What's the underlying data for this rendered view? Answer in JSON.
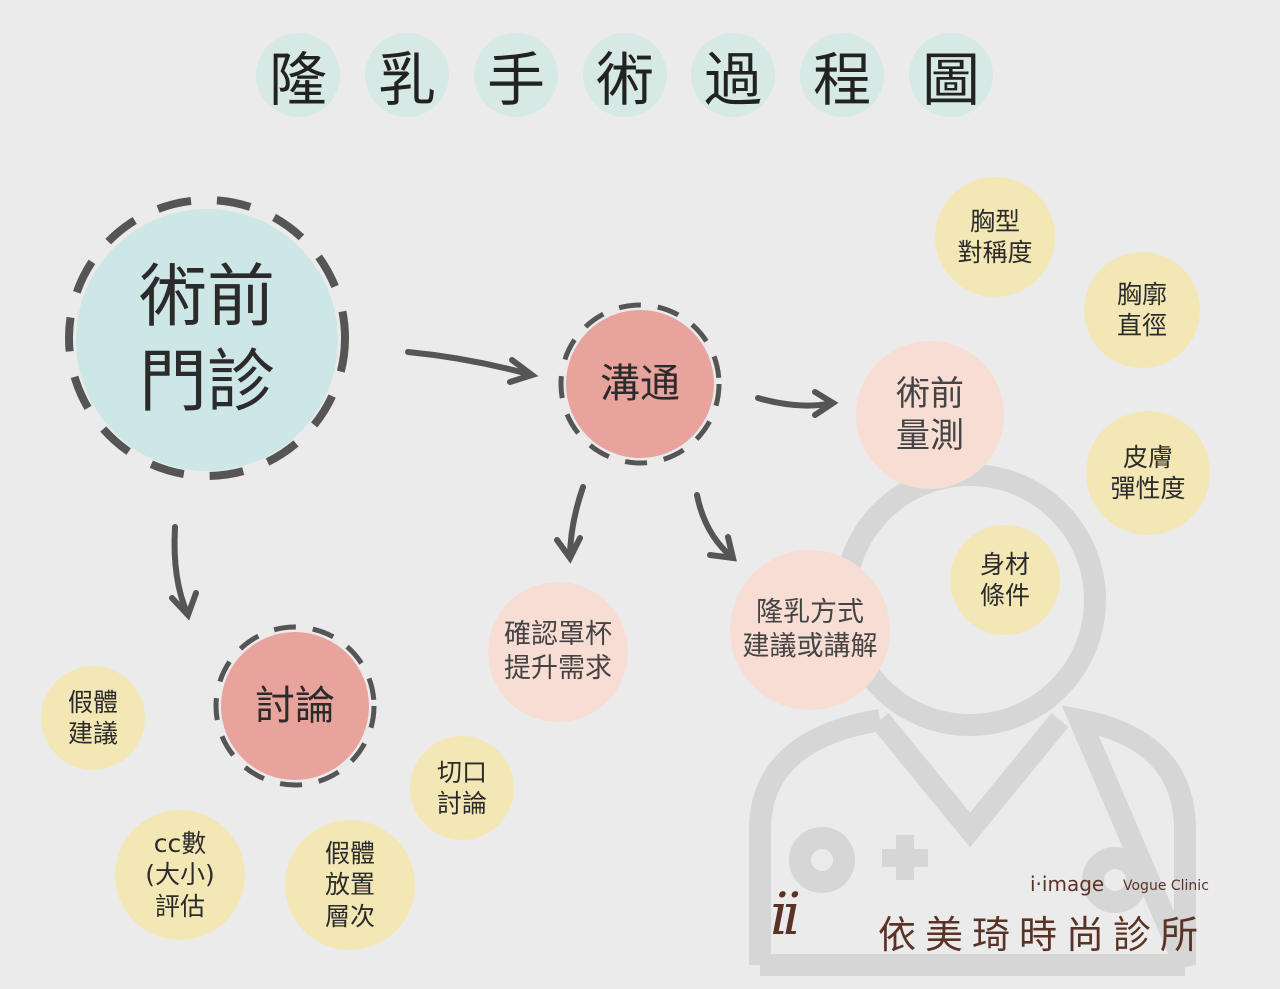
{
  "title": [
    "隆",
    "乳",
    "手",
    "術",
    "過",
    "程",
    "圖"
  ],
  "nodes": {
    "consult": "術前\n門診",
    "communicate": "溝通",
    "discuss": "討論",
    "measure": "術前\n量測",
    "cup": "確認罩杯\n提升需求",
    "method": "隆乳方式\n建議或講解",
    "symmetry": "胸型\n對稱度",
    "chest": "胸廓\n直徑",
    "skin": "皮膚\n彈性度",
    "body": "身材\n條件",
    "implant": "假體\n建議",
    "incision": "切口\n討論",
    "cc": "cc數\n(大小)\n評估",
    "placement": "假體\n放置\n層次"
  },
  "logo": {
    "brand_en": "i·image",
    "tag_en": "Vogue Clinic",
    "brand_zh": "依美琦時尚診所",
    "mark": "ii"
  }
}
